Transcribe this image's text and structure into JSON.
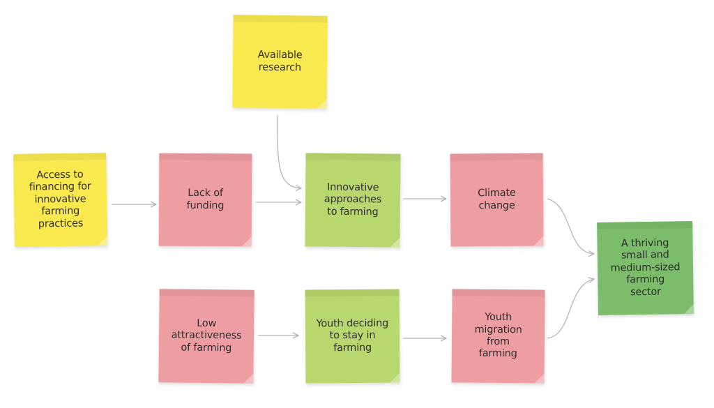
{
  "colors": {
    "yellow": "#f9e94e",
    "pink": "#ee9ea2",
    "light_green": "#b8d86f",
    "dark_green": "#7bbd6a",
    "arrow": "#b5b5b5"
  },
  "notes": {
    "available_research": "Available\nresearch",
    "access_to_financing": "Access to\nfinancing for\ninnovative\nfarming\npractices",
    "lack_of_funding": "Lack of\nfunding",
    "innovative_approaches": "Innovative\napproaches\nto farming",
    "climate_change": "Climate\nchange",
    "thriving_sector": "A thriving\nsmall and\nmedium-sized\nfarming\nsector",
    "low_attractiveness": "Low\nattractiveness\nof farming",
    "youth_deciding": "Youth deciding\nto stay in\nfarming",
    "youth_migration": "Youth\nmigration\nfrom\nfarming"
  }
}
